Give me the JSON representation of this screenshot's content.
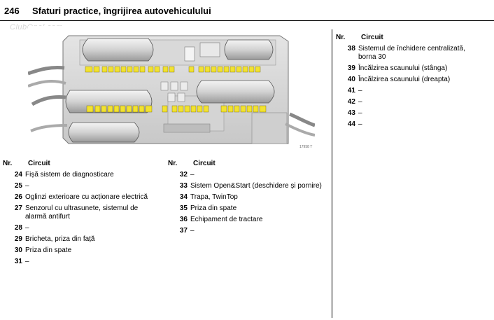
{
  "header": {
    "page_number": "246",
    "title": "Sfaturi practice, îngrijirea autovehiculului",
    "watermark": "ClubOpel.com"
  },
  "diagram": {
    "code": "17958 T"
  },
  "tables": {
    "left": {
      "col_nr": "Nr.",
      "col_circuit": "Circuit",
      "rows": [
        {
          "nr": "24",
          "circuit": "Fișă sistem de diagnosticare"
        },
        {
          "nr": "25",
          "circuit": "–"
        },
        {
          "nr": "26",
          "circuit": "Oglinzi exterioare cu acționare electrică"
        },
        {
          "nr": "27",
          "circuit": "Senzorul cu ultrasunete, sistemul de alarmă antifurt"
        },
        {
          "nr": "28",
          "circuit": "–"
        },
        {
          "nr": "29",
          "circuit": "Bricheta, priza din față"
        },
        {
          "nr": "30",
          "circuit": "Priza din spate"
        },
        {
          "nr": "31",
          "circuit": "–"
        }
      ]
    },
    "middle": {
      "col_nr": "Nr.",
      "col_circuit": "Circuit",
      "rows": [
        {
          "nr": "32",
          "circuit": "–"
        },
        {
          "nr": "33",
          "circuit": "Sistem Open&Start (deschidere și pornire)"
        },
        {
          "nr": "34",
          "circuit": "Trapa, TwinTop"
        },
        {
          "nr": "35",
          "circuit": "Priza din spate"
        },
        {
          "nr": "36",
          "circuit": "Echipament de tractare"
        },
        {
          "nr": "37",
          "circuit": "–"
        }
      ]
    },
    "right": {
      "col_nr": "Nr.",
      "col_circuit": "Circuit",
      "rows": [
        {
          "nr": "38",
          "circuit": "Sistemul de închidere centralizată, borna 30"
        },
        {
          "nr": "39",
          "circuit": "Încălzirea scaunului (stânga)"
        },
        {
          "nr": "40",
          "circuit": "Încălzirea scaunului (dreapta)"
        },
        {
          "nr": "41",
          "circuit": "–"
        },
        {
          "nr": "42",
          "circuit": "–"
        },
        {
          "nr": "43",
          "circuit": "–"
        },
        {
          "nr": "44",
          "circuit": "–"
        }
      ]
    }
  }
}
